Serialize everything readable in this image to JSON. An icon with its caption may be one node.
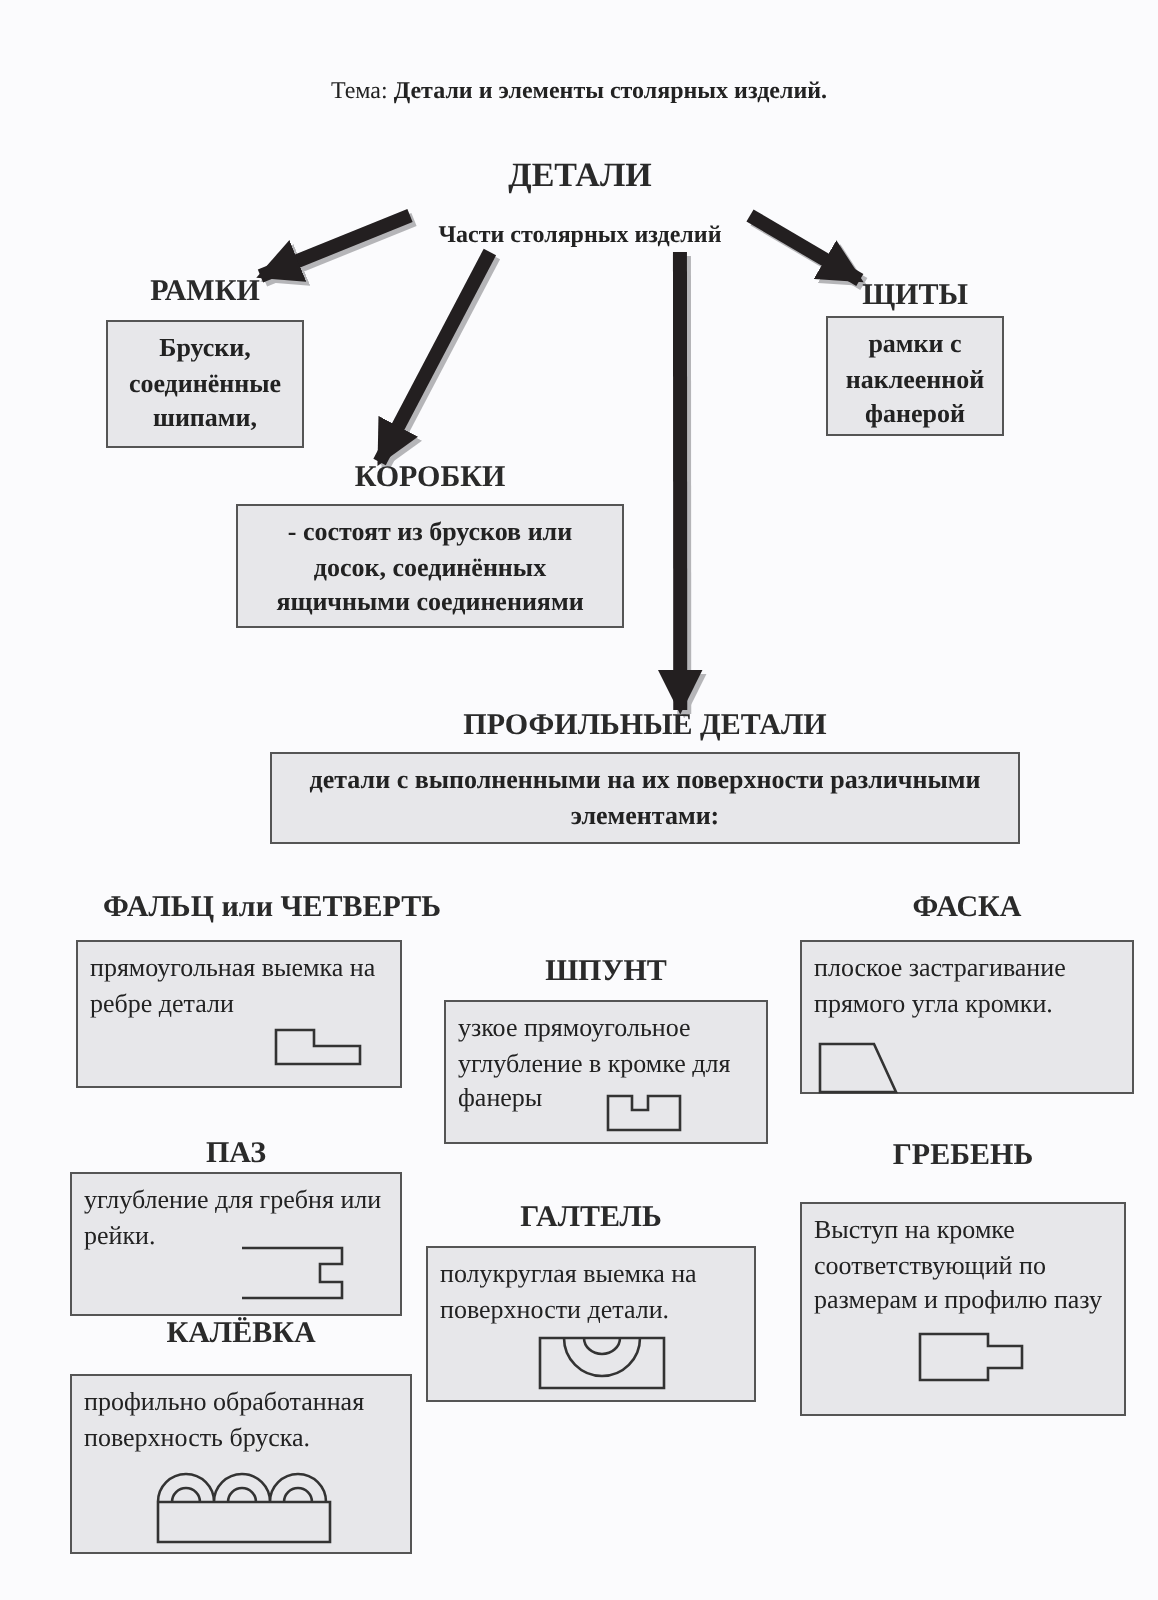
{
  "diagram": {
    "title": "Тема: **Детали и элементы столярных изделий.**",
    "nodes": [
      {
        "text": [
          "ДЕТАЛИ",
          "Части столярных изделий"
        ]
      },
      {
        "text": [
          "РАМКИ",
          "Бруски, соединённые шипами,"
        ]
      },
      {
        "text": [
          "ЩИТЫ",
          "рамки с наклеенной фанерой"
        ]
      },
      {
        "text": [
          "КОРОБКИ",
          "- состоят из брусков или досок, соединённых ящичными соединениями"
        ]
      },
      {
        "text": [
          "ПРОФИЛЬНЫЕ ДЕТАЛИ",
          "детали с выполненными на их поверхности различными элементами:"
        ]
      },
      {
        "text": [
          "ФАЛЬЦ или ЧЕТВЕРТЬ",
          "прямоугольная выемка на ребре детали"
        ]
      },
      {
        "text": [
          "ФАСКА",
          "плоское застрагивание прямого угла кромки."
        ]
      },
      {
        "text": [
          "ШПУНТ",
          "узкое прямоугольное углубление в кромке для фанеры"
        ]
      },
      {
        "text": [
          "ПАЗ",
          "углубление для гребня или рейки."
        ]
      },
      {
        "text": [
          "ГРЕБЕНЬ",
          "Выступ на кромке соответствующий по размерам и профилю пазу"
        ]
      },
      {
        "text": [
          "ГАЛТЕЛЬ",
          "полукруглая выемка на поверхности детали."
        ]
      },
      {
        "text": [
          "КАЛЁВКА",
          "профильно обработанная поверхность бруска."
        ]
      }
    ],
    "edges": [
      {
        "from": 0,
        "to": 1,
        "arrow": "to"
      },
      {
        "from": 0,
        "to": 3,
        "arrow": "to"
      },
      {
        "from": 0,
        "to": 4,
        "arrow": "to"
      },
      {
        "from": 0,
        "to": 2,
        "arrow": "to"
      }
    ]
  }
}
